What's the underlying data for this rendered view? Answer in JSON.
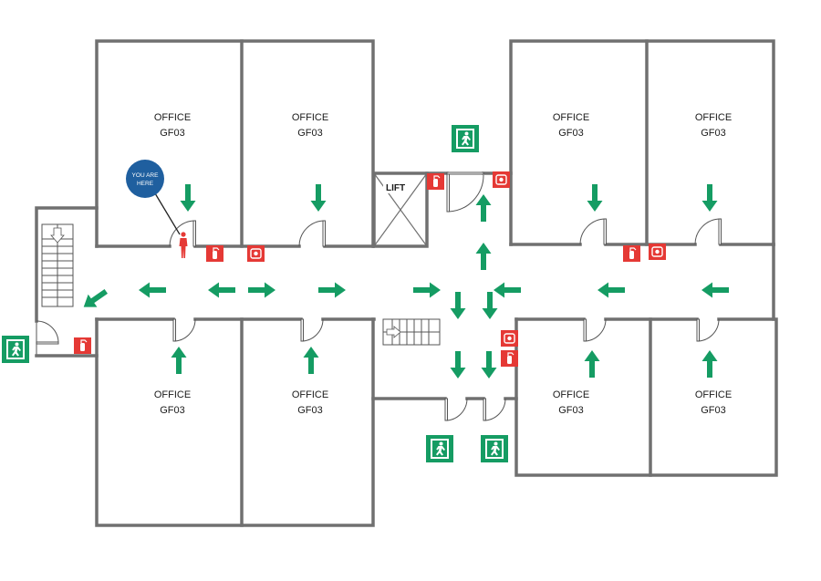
{
  "plan": {
    "colors": {
      "wall": "#707070",
      "arrow": "#159c63",
      "exit_sign": "#159c63",
      "fire_equipment": "#e53935",
      "you_are_here": "#1f5f9f",
      "person": "#e53935"
    },
    "rooms": [
      {
        "line1": "OFFICE",
        "line2": "GF03"
      },
      {
        "line1": "OFFICE",
        "line2": "GF03"
      },
      {
        "line1": "OFFICE",
        "line2": "GF03"
      },
      {
        "line1": "OFFICE",
        "line2": "GF03"
      },
      {
        "line1": "OFFICE",
        "line2": "GF03"
      },
      {
        "line1": "OFFICE",
        "line2": "GF03"
      },
      {
        "line1": "OFFICE",
        "line2": "GF03"
      },
      {
        "line1": "OFFICE",
        "line2": "GF03"
      }
    ],
    "lift_label": "LIFT",
    "you_are_here": {
      "line1": "YOU ARE",
      "line2": "HERE"
    },
    "icons": {
      "arrow": "evacuation-direction-arrow",
      "exit": "emergency-exit-sign",
      "extinguisher": "fire-extinguisher-sign",
      "alarm": "fire-alarm-sign",
      "stairs": "staircase",
      "person": "person-icon"
    }
  }
}
